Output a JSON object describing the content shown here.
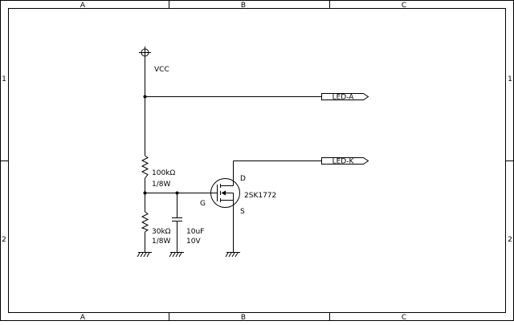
{
  "frame": {
    "columns": [
      "A",
      "B",
      "C"
    ],
    "rows": [
      "1",
      "2"
    ]
  },
  "power": {
    "label": "VCC"
  },
  "ports": [
    {
      "label": "LED-A"
    },
    {
      "label": "LED-K"
    }
  ],
  "components": {
    "r1": {
      "value": "100kΩ",
      "rating": "1/8W"
    },
    "r2": {
      "value": "30kΩ",
      "rating": "1/8W"
    },
    "c1": {
      "value": "10uF",
      "rating": "10V"
    },
    "q1": {
      "part": "2SK1772",
      "pin_d": "D",
      "pin_g": "G",
      "pin_s": "S"
    }
  },
  "colors": {
    "line": "#000000",
    "background": "#ffffff"
  }
}
